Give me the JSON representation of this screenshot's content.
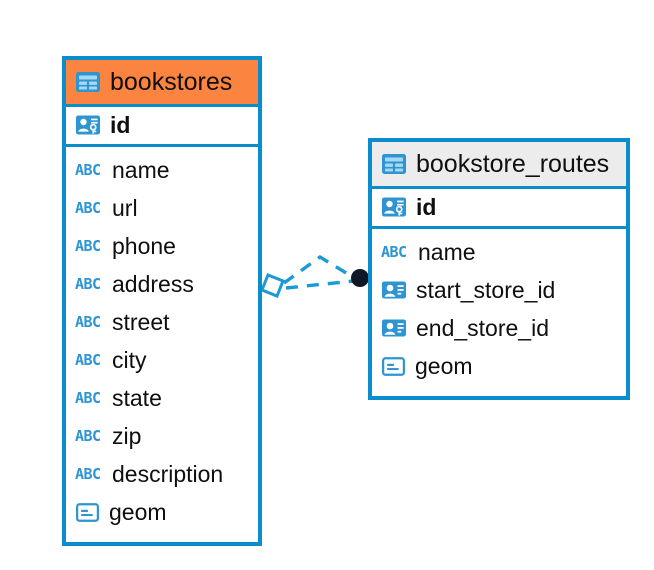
{
  "diagram": {
    "type": "entity-relationship-diagram",
    "accent_color": "#fb8440",
    "line_color": "#0b8ccd",
    "neutral_header_color": "#ececec",
    "endpoint_color": "#101828"
  },
  "entities": [
    {
      "name": "bookstores",
      "header_icon": "table-icon",
      "header_style": "accent",
      "primary_key": {
        "label": "id",
        "icon": "primary-key-icon"
      },
      "fields": [
        {
          "label": "name",
          "icon": "abc-text-icon",
          "type": "text"
        },
        {
          "label": "url",
          "icon": "abc-text-icon",
          "type": "text"
        },
        {
          "label": "phone",
          "icon": "abc-text-icon",
          "type": "text"
        },
        {
          "label": "address",
          "icon": "abc-text-icon",
          "type": "text"
        },
        {
          "label": "street",
          "icon": "abc-text-icon",
          "type": "text"
        },
        {
          "label": "city",
          "icon": "abc-text-icon",
          "type": "text"
        },
        {
          "label": "state",
          "icon": "abc-text-icon",
          "type": "text"
        },
        {
          "label": "zip",
          "icon": "abc-text-icon",
          "type": "text"
        },
        {
          "label": "description",
          "icon": "abc-text-icon",
          "type": "text"
        },
        {
          "label": "geom",
          "icon": "geometry-icon",
          "type": "geometry"
        }
      ]
    },
    {
      "name": "bookstore_routes",
      "header_icon": "table-icon",
      "header_style": "neutral",
      "primary_key": {
        "label": "id",
        "icon": "primary-key-icon"
      },
      "fields": [
        {
          "label": "name",
          "icon": "abc-text-icon",
          "type": "text"
        },
        {
          "label": "start_store_id",
          "icon": "foreign-key-icon",
          "type": "reference"
        },
        {
          "label": "end_store_id",
          "icon": "foreign-key-icon",
          "type": "reference"
        },
        {
          "label": "geom",
          "icon": "geometry-icon",
          "type": "geometry"
        }
      ]
    }
  ],
  "relationship": {
    "source_entity": "bookstores",
    "target_entity": "bookstore_routes",
    "source_marker": "diamond-marker",
    "target_marker": "filled-circle-marker",
    "line_style": "dashed"
  },
  "icon_labels": {
    "abc_text": "ABC"
  }
}
